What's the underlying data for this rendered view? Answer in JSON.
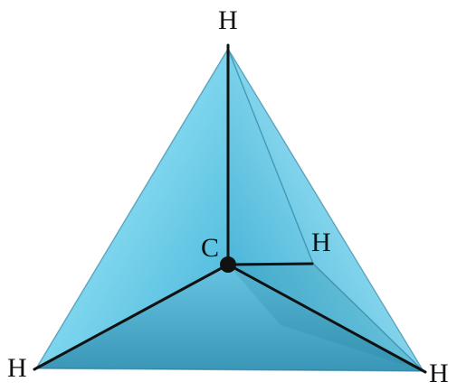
{
  "labels": {
    "center": "C",
    "hydrogen_top": "H",
    "hydrogen_back_right": "H",
    "hydrogen_bottom_left": "H",
    "hydrogen_bottom_right": "H"
  },
  "colors": {
    "face_light": "#bfefff",
    "face_mid": "#6fd0ea",
    "face_dark": "#2ea9cf",
    "face_shadow": "#1f7f99",
    "bond": "#111111",
    "atom": "#111111",
    "background": "#ffffff"
  }
}
